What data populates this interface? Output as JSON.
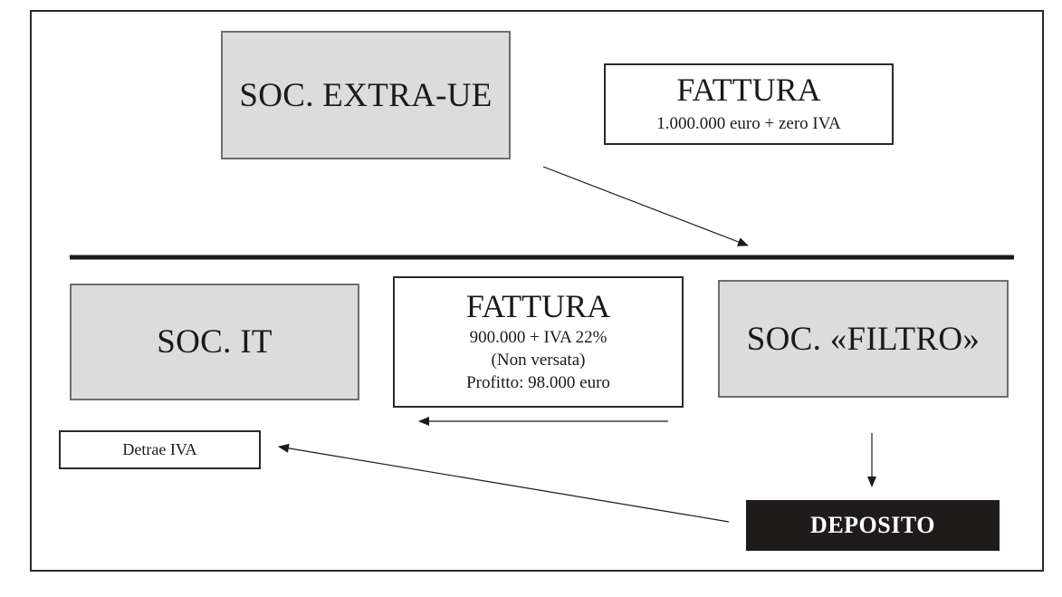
{
  "nodes": {
    "extra_ue": {
      "label": "SOC. EXTRA-UE"
    },
    "invoice_top": {
      "title": "FATTURA",
      "line1": "1.000.000 euro + zero IVA"
    },
    "soc_it": {
      "label": "SOC. IT"
    },
    "invoice_mid": {
      "title": "FATTURA",
      "line1": "900.000 + IVA 22%",
      "line2": "(Non versata)",
      "line3": "Profitto: 98.000 euro"
    },
    "filtro": {
      "label": "SOC. «FILTRO»"
    },
    "detrae": {
      "label": "Detrae IVA"
    },
    "deposito": {
      "label": "DEPOSITO"
    }
  },
  "colors": {
    "box_fill": "#dcdcdc",
    "box_border": "#6e6e6e",
    "ink": "#1a1a1a",
    "deposito_fill": "#1f1b1b"
  }
}
